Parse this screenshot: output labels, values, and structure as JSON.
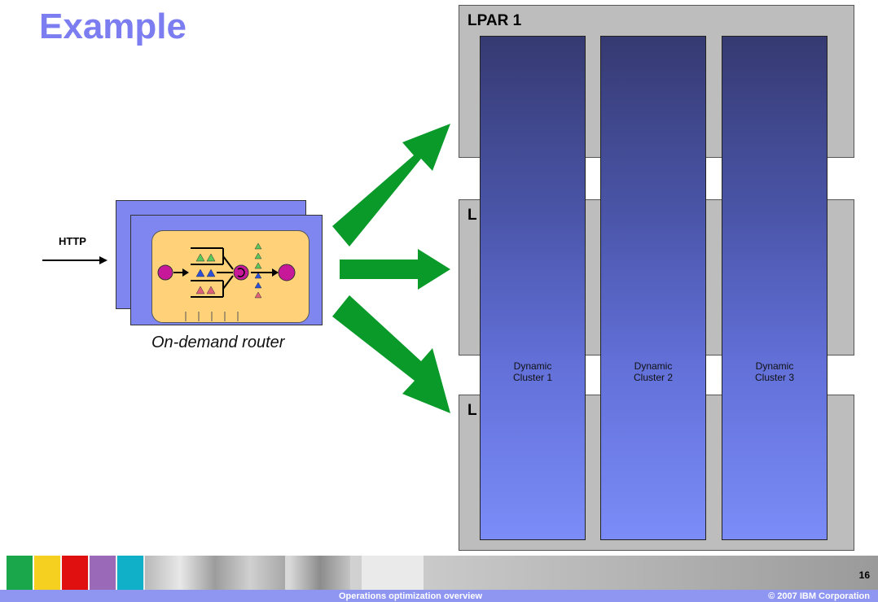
{
  "slide": {
    "title": "Example",
    "page_number": "16"
  },
  "lpars": [
    {
      "label": "LPAR 1"
    },
    {
      "label": "L"
    },
    {
      "label": "L"
    }
  ],
  "clusters": [
    {
      "label": "Dynamic\nCluster 1"
    },
    {
      "label": "Dynamic\nCluster 2"
    },
    {
      "label": "Dynamic\nCluster 3"
    }
  ],
  "router": {
    "input_label": "HTTP",
    "caption": "On-demand router"
  },
  "footer": {
    "center_text": "Operations optimization overview",
    "copyright": "© 2007 IBM Corporation"
  },
  "colors": {
    "title": "#7b7df0",
    "arrow": "#0a9a2a",
    "lpar": "#bdbdbd",
    "router_frame": "#7f86ef",
    "router_core": "#ffd27a"
  }
}
